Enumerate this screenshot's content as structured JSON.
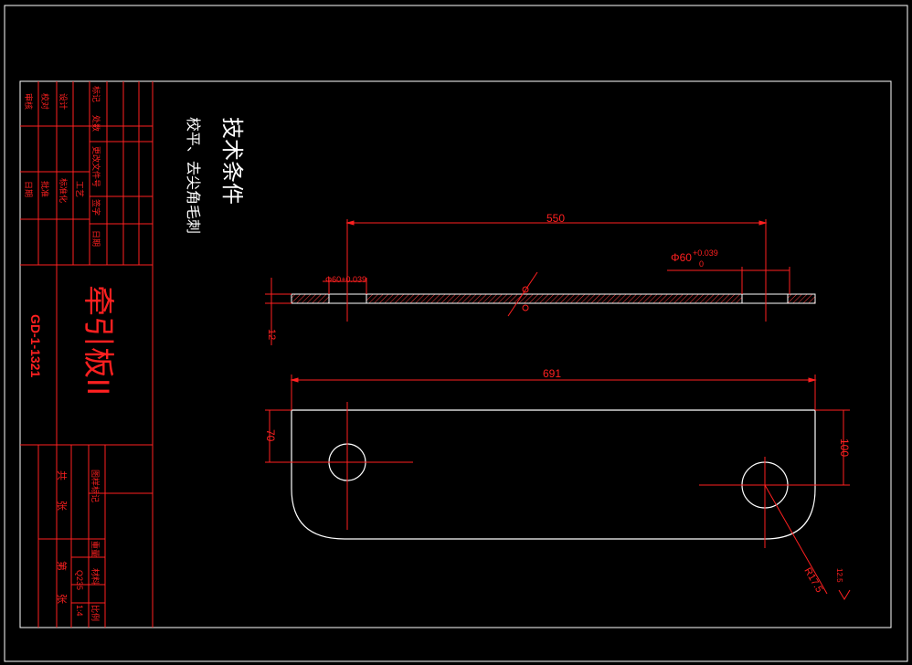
{
  "tech": {
    "title": "技术条件",
    "note": "校平、去尖角毛刺"
  },
  "part": {
    "name": "牵引板II",
    "drawing_no": "GD-1-1321",
    "material": "Q235",
    "scale": "1:4"
  },
  "dims": {
    "top_width": "550",
    "hole_top_left": "Φ60+0.039",
    "hole_right_main": "Φ60",
    "hole_right_tol_upper": "+0.039",
    "hole_right_tol_lower": "0",
    "thickness": "12",
    "overall_length": "691",
    "left_height": "70",
    "right_height": "100",
    "radius": "R17.5"
  },
  "title_block": {
    "row_labels": [
      "审核",
      "校对",
      "设计",
      "标记",
      "处数",
      "更改文件号",
      "签字",
      "日期",
      "标准化",
      "工艺",
      "批准",
      "日期"
    ],
    "col_labels": [
      "图样标记",
      "重量",
      "材料",
      "比例"
    ],
    "sheet_total": "共",
    "sheet_unit": "张",
    "sheet_no": "第",
    "sheet_unit2": "张"
  },
  "colors": {
    "background": "#000000",
    "border": "#ffffff",
    "dimension": "#ff2020",
    "titleblock": "#ff2020"
  }
}
